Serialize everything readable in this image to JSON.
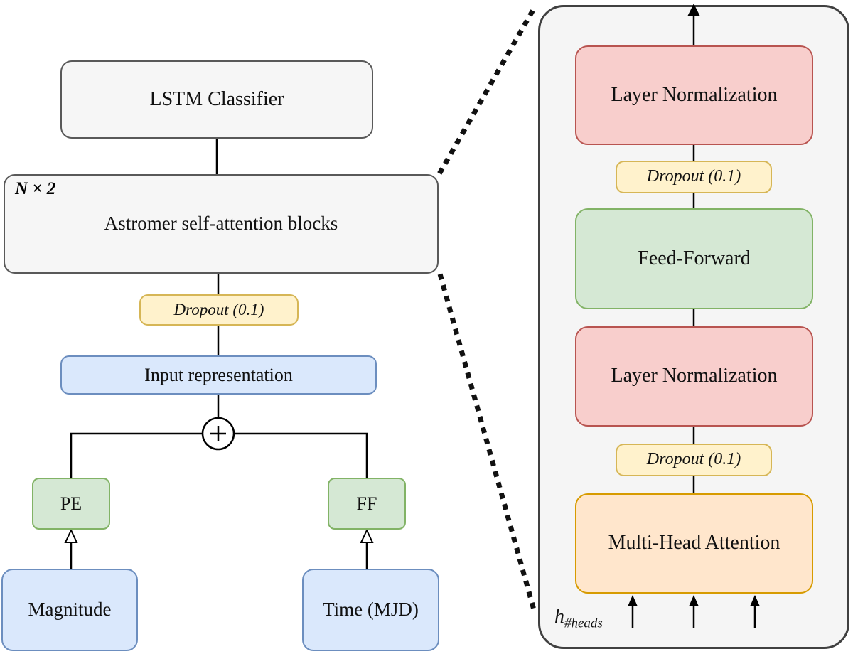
{
  "left": {
    "lstm": {
      "label": "LSTM Classifier"
    },
    "astromer": {
      "tag": "N × 2",
      "label": "Astromer self-attention blocks"
    },
    "dropout": {
      "label": "Dropout (0.1)"
    },
    "input_repr": {
      "label": "Input representation"
    },
    "plus": {
      "label": "+"
    },
    "pe": {
      "label": "PE"
    },
    "ff": {
      "label": "FF"
    },
    "magnitude": {
      "label": "Magnitude"
    },
    "time": {
      "label": "Time (MJD)"
    }
  },
  "right": {
    "layer_norm_1": {
      "label": "Layer Normalization"
    },
    "dropout_1": {
      "label": "Dropout (0.1)"
    },
    "feed_forward": {
      "label": "Feed-Forward"
    },
    "layer_norm_2": {
      "label": "Layer Normalization"
    },
    "dropout_2": {
      "label": "Dropout (0.1)"
    },
    "mha": {
      "label": "Multi-Head Attention"
    },
    "input_label": {
      "base": "h",
      "sub": "#heads"
    }
  },
  "colors": {
    "gray_fill": "#f6f6f6",
    "gray_border": "#595959",
    "panel_fill": "#f5f5f5",
    "panel_border": "#404040",
    "blue_fill": "#dae8fc",
    "blue_border": "#6c8ebf",
    "green_fill": "#d5e8d4",
    "green_border": "#82b366",
    "yellow_fill": "#fff2cc",
    "yellow_border": "#d6b656",
    "red_fill": "#f8cecc",
    "red_border": "#b85450",
    "orange_fill": "#ffe6cc",
    "orange_border": "#d79b00"
  }
}
